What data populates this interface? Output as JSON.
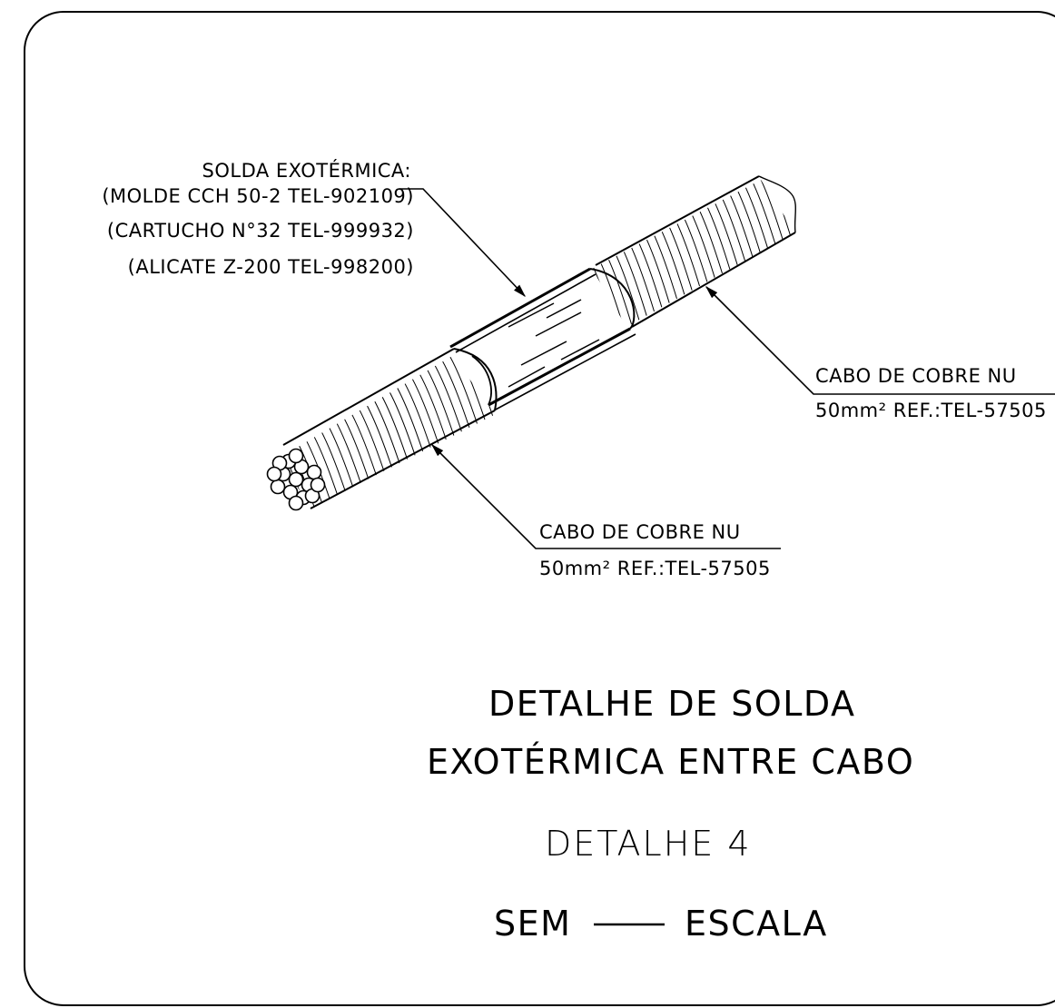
{
  "solda_callout": {
    "title": "SOLDA EXOTÉRMICA:",
    "molde": "(MOLDE CCH 50-2 TEL-902109)",
    "cartucho": "(CARTUCHO N°32 TEL-999932)",
    "alicate": "(ALICATE Z-200 TEL-998200)"
  },
  "cabo_right": {
    "line1": "CABO DE COBRE NU",
    "line2": "50mm² REF.:TEL-57505"
  },
  "cabo_bottom": {
    "line1": "CABO DE COBRE NU",
    "line2": "50mm² REF.:TEL-57505"
  },
  "title": {
    "line1": "DETALHE DE SOLDA",
    "line2": "EXOTÉRMICA ENTRE CABO",
    "detail": "DETALHE 4",
    "scale_left": "SEM",
    "scale_right": "ESCALA"
  }
}
